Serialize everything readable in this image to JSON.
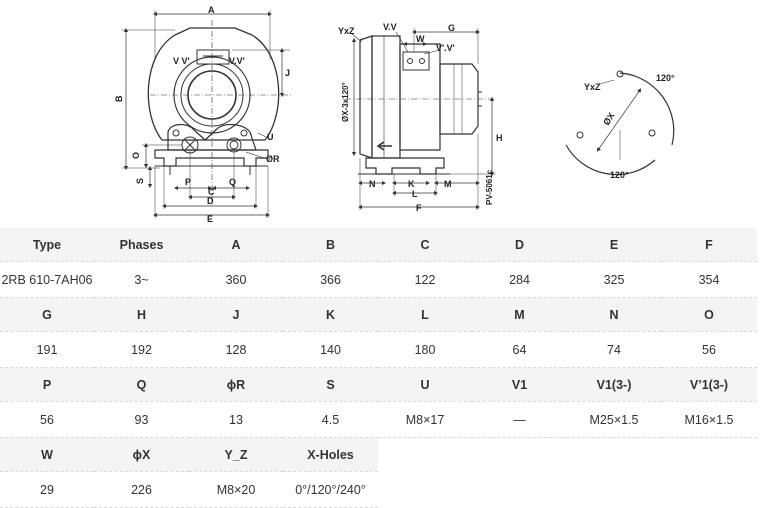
{
  "drawing": {
    "front_labels": {
      "A": "A",
      "B": "B",
      "J": "J",
      "V": "V V'",
      "V2": "V.V'",
      "U": "U",
      "R": "ØR",
      "O": "O",
      "S": "S",
      "P": "P",
      "Q": "Q",
      "C": "C",
      "D": "D",
      "E": "E"
    },
    "side_labels": {
      "YxZ": "YxZ",
      "VV": "V.V",
      "W": "W",
      "G": "G",
      "V1V1": "V'.V'",
      "X3": "ØX-3x120°",
      "H": "H",
      "N": "N",
      "K": "K",
      "M": "M",
      "L": "L",
      "F": "F",
      "model_code": "PV-5061c"
    },
    "flange_labels": {
      "YxZ": "YxZ",
      "X": "ØX",
      "angle_top": "120°",
      "angle_bottom": "120°"
    }
  },
  "table": {
    "rows": [
      {
        "kind": "hdr",
        "cells": [
          "Type",
          "Phases",
          "A",
          "B",
          "C",
          "D",
          "E",
          "F"
        ]
      },
      {
        "kind": "val",
        "cells": [
          "2RB 610-7AH06",
          "3~",
          "360",
          "366",
          "122",
          "284",
          "325",
          "354"
        ]
      },
      {
        "kind": "hdr",
        "cells": [
          "G",
          "H",
          "J",
          "K",
          "L",
          "M",
          "N",
          "O"
        ]
      },
      {
        "kind": "val",
        "cells": [
          "191",
          "192",
          "128",
          "140",
          "180",
          "64",
          "74",
          "56"
        ]
      },
      {
        "kind": "hdr",
        "cells": [
          "P",
          "Q",
          "ϕR",
          "S",
          "U",
          "V1",
          "V1(3-)",
          "V’1(3-)"
        ]
      },
      {
        "kind": "val",
        "cells": [
          "56",
          "93",
          "13",
          "4.5",
          "M8×17",
          "—",
          "M25×1.5",
          "M16×1.5"
        ]
      },
      {
        "kind": "hdr",
        "cells": [
          "W",
          "ϕX",
          "Y_Z",
          "X-Holes"
        ]
      },
      {
        "kind": "val",
        "cells": [
          "29",
          "226",
          "M8×20",
          "0°/120°/240°"
        ]
      }
    ]
  }
}
